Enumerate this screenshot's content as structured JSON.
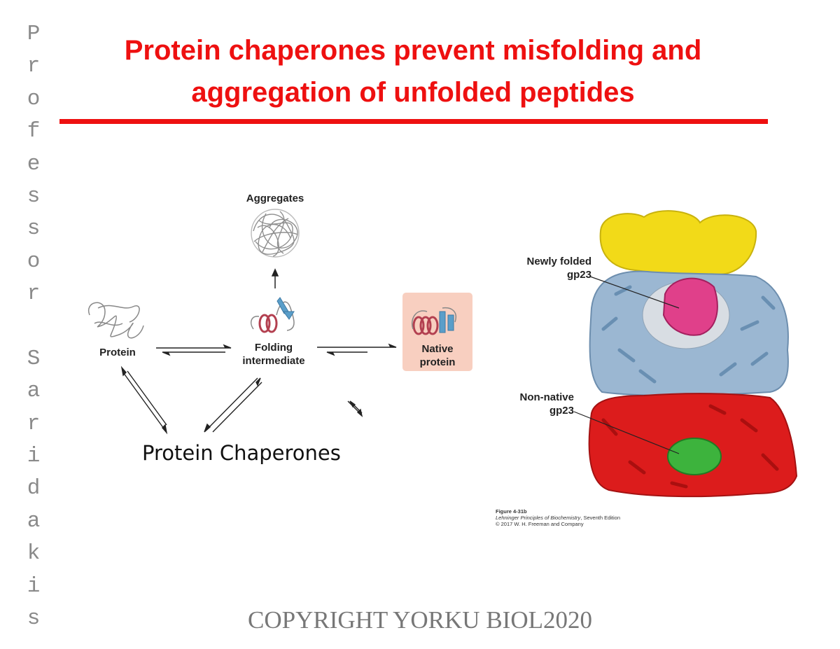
{
  "side_text": [
    "P",
    "r",
    "o",
    "f",
    "e",
    "s",
    "s",
    "o",
    "r",
    "",
    "S",
    "a",
    "r",
    "i",
    "d",
    "a",
    "k",
    "i",
    "s"
  ],
  "title": {
    "line1": "Protein chaperones prevent misfolding and",
    "line2": "aggregation of unfolded peptides",
    "color": "#ee1010"
  },
  "pathway": {
    "aggregates": "Aggregates",
    "protein": "Protein",
    "folding_line1": "Folding",
    "folding_line2": "intermediate",
    "native_line1": "Native",
    "native_line2": "protein"
  },
  "chaperones_label": "Protein Chaperones",
  "structure": {
    "newly_line1": "Newly folded",
    "newly_line2": "gp23",
    "nonnative_line1": "Non-native",
    "nonnative_line2": "gp23"
  },
  "caption": {
    "figure": "Figure 4-31b",
    "book": "Lehninger Principles of Biochemistry",
    "edition": ", Seventh Edition",
    "copyright": "© 2017 W. H. Freeman and Company"
  },
  "footer": "COPYRIGHT YORKU BIOL2020"
}
